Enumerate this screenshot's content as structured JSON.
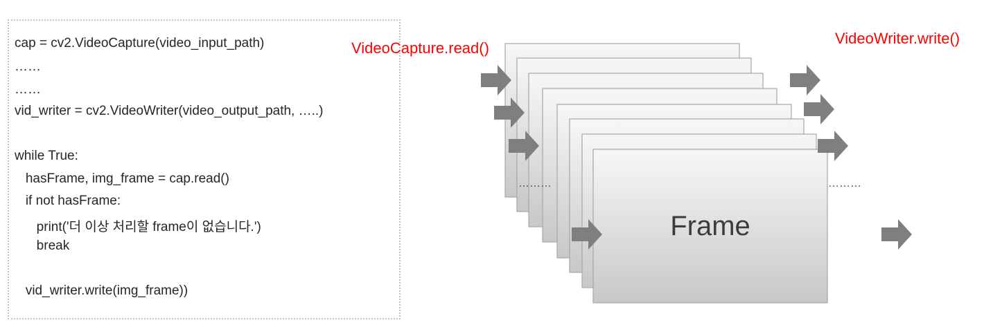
{
  "code": {
    "lines": [
      "cap = cv2.VideoCapture(video_input_path)",
      "……",
      "……",
      "vid_writer = cv2.VideoWriter(video_output_path, …..)",
      "",
      "while True:",
      "   hasFrame, img_frame = cap.read()",
      "   if not hasFrame:",
      "      print('더 이상 처리할 frame이 없습니다.')",
      "      break",
      "",
      "   vid_writer.write(img_frame))"
    ]
  },
  "diagram": {
    "read_label": "VideoCapture.read()",
    "write_label": "VideoWriter.write()",
    "frame_label": "Frame",
    "ellipsis_left": "………",
    "ellipsis_right": "………"
  },
  "colors": {
    "label_red": "#ff0000",
    "arrow_gray": "#7f7f7f",
    "frame_border": "#a6a6a6",
    "frame_fill_top": "#f7f7f7",
    "frame_fill_bottom": "#c8c8c8"
  },
  "icons": [
    "input-arrow-icon",
    "output-arrow-icon"
  ]
}
